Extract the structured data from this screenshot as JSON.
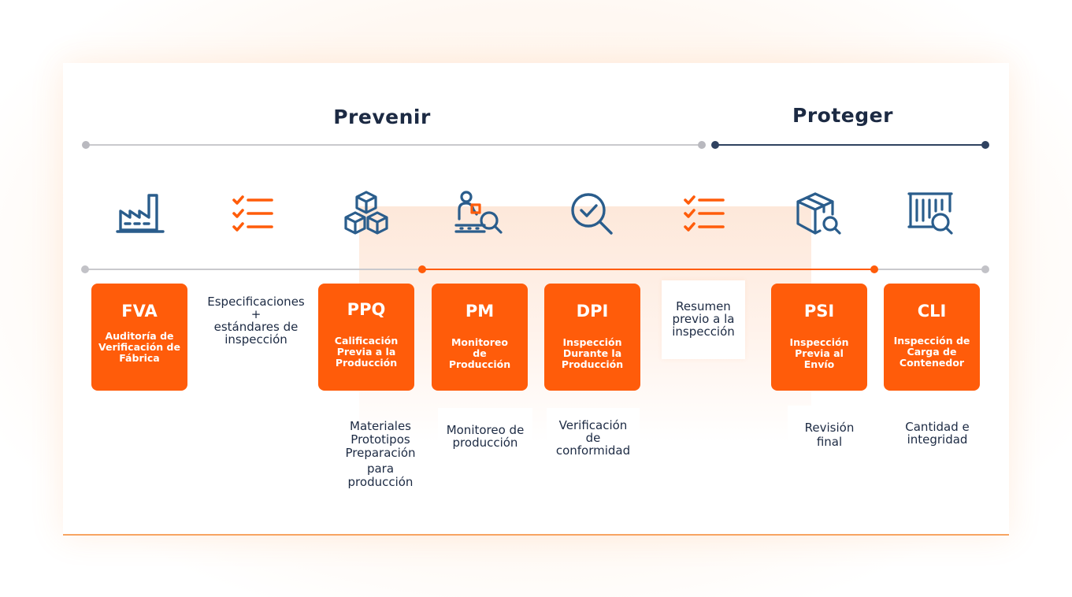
{
  "phases": {
    "prevent": "Prevenir",
    "protect": "Proteger"
  },
  "colors": {
    "orange": "#ff5c0a",
    "navy": "#1c2a43",
    "icon_blue": "#2a5d8c",
    "gray_line": "#c9c9cd"
  },
  "icons": [
    "factory-icon",
    "checklist-icon",
    "boxes-icon",
    "worker-magnifier-icon",
    "check-magnifier-icon",
    "checklist-icon",
    "box-search-icon",
    "container-search-icon"
  ],
  "steps": [
    {
      "code": "FVA",
      "desc": "Auditoría de Verificación de Fábrica"
    },
    {
      "text_lines": [
        "Especificaciones",
        "+",
        "estándares de",
        "inspección"
      ]
    },
    {
      "code": "PPQ",
      "desc": "Calificación Previa a la Producción"
    },
    {
      "code": "PM",
      "desc": "Monitoreo de Producción"
    },
    {
      "code": "DPI",
      "desc": "Inspección Durante la Producción"
    },
    {
      "text_lines": [
        "Resumen",
        "previo a la",
        "inspección"
      ]
    },
    {
      "code": "PSI",
      "desc": "Inspección Previa al Envío"
    },
    {
      "code": "CLI",
      "desc": "Inspección de Carga de Contenedor"
    }
  ],
  "details": {
    "ppq": [
      "Materiales",
      "Prototipos",
      "Preparación",
      "para",
      "producción"
    ],
    "pm": [
      "Monitoreo de",
      "producción"
    ],
    "dpi": [
      "Verificación",
      "de",
      "conformidad"
    ],
    "psi": [
      "Revisión",
      "final"
    ],
    "cli": [
      "Cantidad e",
      "integridad"
    ]
  }
}
